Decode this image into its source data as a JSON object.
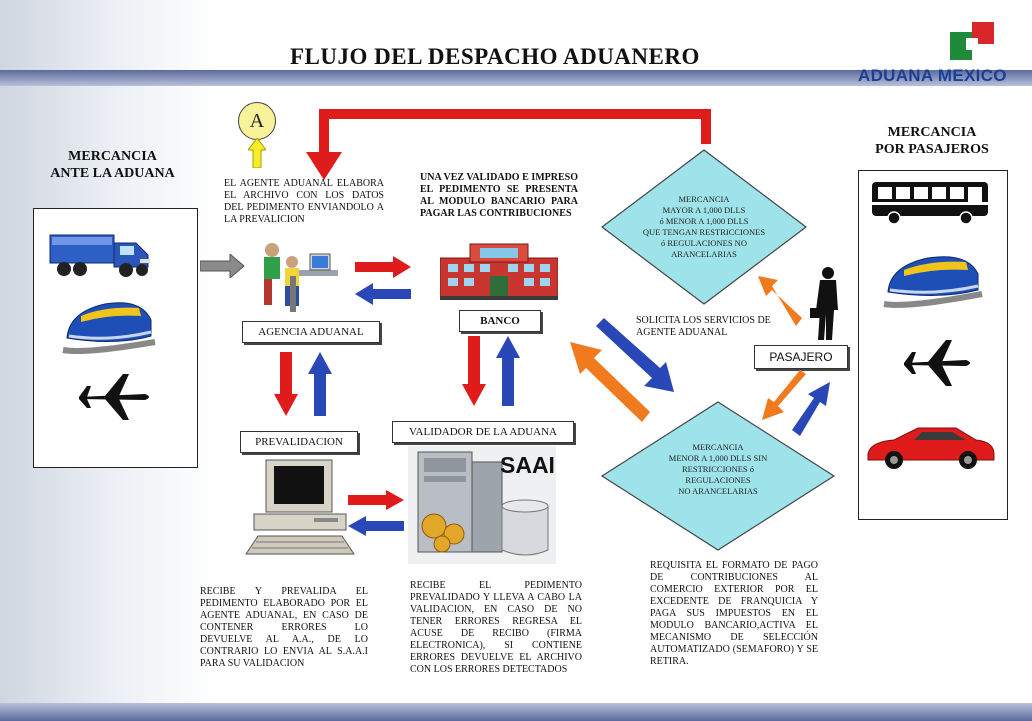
{
  "title": "FLUJO DEL DESPACHO ADUANERO",
  "logo": {
    "text": "ADUANA MEXICO"
  },
  "left_panel": {
    "heading": "MERCANCIA\nANTE LA ADUANA"
  },
  "right_panel": {
    "heading": "MERCANCIA\nPOR PASAJEROS"
  },
  "marker": {
    "label": "A"
  },
  "agente_text": "EL AGENTE ADUANAL ELABORA EL ARCHIVO CON LOS DATOS DEL PEDIMENTO ENVIANDOLO A LA PREVALICION",
  "validado_text": "UNA VEZ VALIDADO E IMPRESO EL PEDIMENTO SE PRESENTA AL MODULO BANCARIO PARA PAGAR LAS CONTRIBUCIONES",
  "labels": {
    "agencia": "AGENCIA ADUANAL",
    "banco": "BANCO",
    "prevalidacion": "PREVALIDACION",
    "validador": "VALIDADOR DE LA ADUANA",
    "pasajero": "PASAJERO",
    "saai": "SAAI"
  },
  "diamond_top": "MERCANCIA\nMAYOR A 1,000 DLLS\nó MENOR A 1,000 DLLS\nQUE TENGAN RESTRICCIONES\nó REGULACIONES NO\nARANCELARIAS",
  "diamond_bottom": "MERCANCIA\nMENOR A 1,000 DLLS SIN\nRESTRICCIONES ó REGULACIONES\nNO ARANCELARIAS",
  "solicita_text": "SOLICITA LOS SERVICIOS DE\nAGENTE ADUANAL",
  "recibe_prevalida_text": "RECIBE Y PREVALIDA EL PEDIMENTO ELABORADO POR EL AGENTE ADUANAL, EN CASO DE CONTENER ERRORES LO DEVUELVE AL A.A., DE LO CONTRARIO LO ENVIA AL S.A.A.I PARA SU VALIDACION",
  "recibe_pedimento_text": "RECIBE EL PEDIMENTO PREVALIDADO Y LLEVA A CABO LA VALIDACION, EN CASO DE NO TENER ERRORES REGRESA EL ACUSE DE RECIBO (FIRMA ELECTRONICA), SI CONTIENE ERRORES DEVUELVE EL ARCHIVO CON LOS ERRORES DETECTADOS",
  "requisita_text": "REQUISITA EL FORMATO DE PAGO DE CONTRIBUCIONES AL COMERCIO EXTERIOR POR EL EXCEDENTE DE FRANQUICIA Y PAGA SUS IMPUESTOS EN EL MODULO BANCARIO,ACTIVA EL MECANISMO DE SELECCIÓN AUTOMATIZADO (SEMAFORO) Y SE RETIRA.",
  "colors": {
    "red_arrow": "#e01b1b",
    "blue_arrow": "#2a47b8",
    "orange_arrow": "#f07a1e",
    "diamond_fill": "#9fe3ea",
    "logo_green": "#1f8a3a",
    "logo_red": "#d8262a",
    "title_band": "#5b6a9c"
  },
  "icons": [
    "truck-icon",
    "train-icon",
    "plane-icon",
    "bus-icon",
    "car-icon",
    "person-icon",
    "computer-icon",
    "server-icon",
    "bank-icon",
    "office-icon"
  ]
}
